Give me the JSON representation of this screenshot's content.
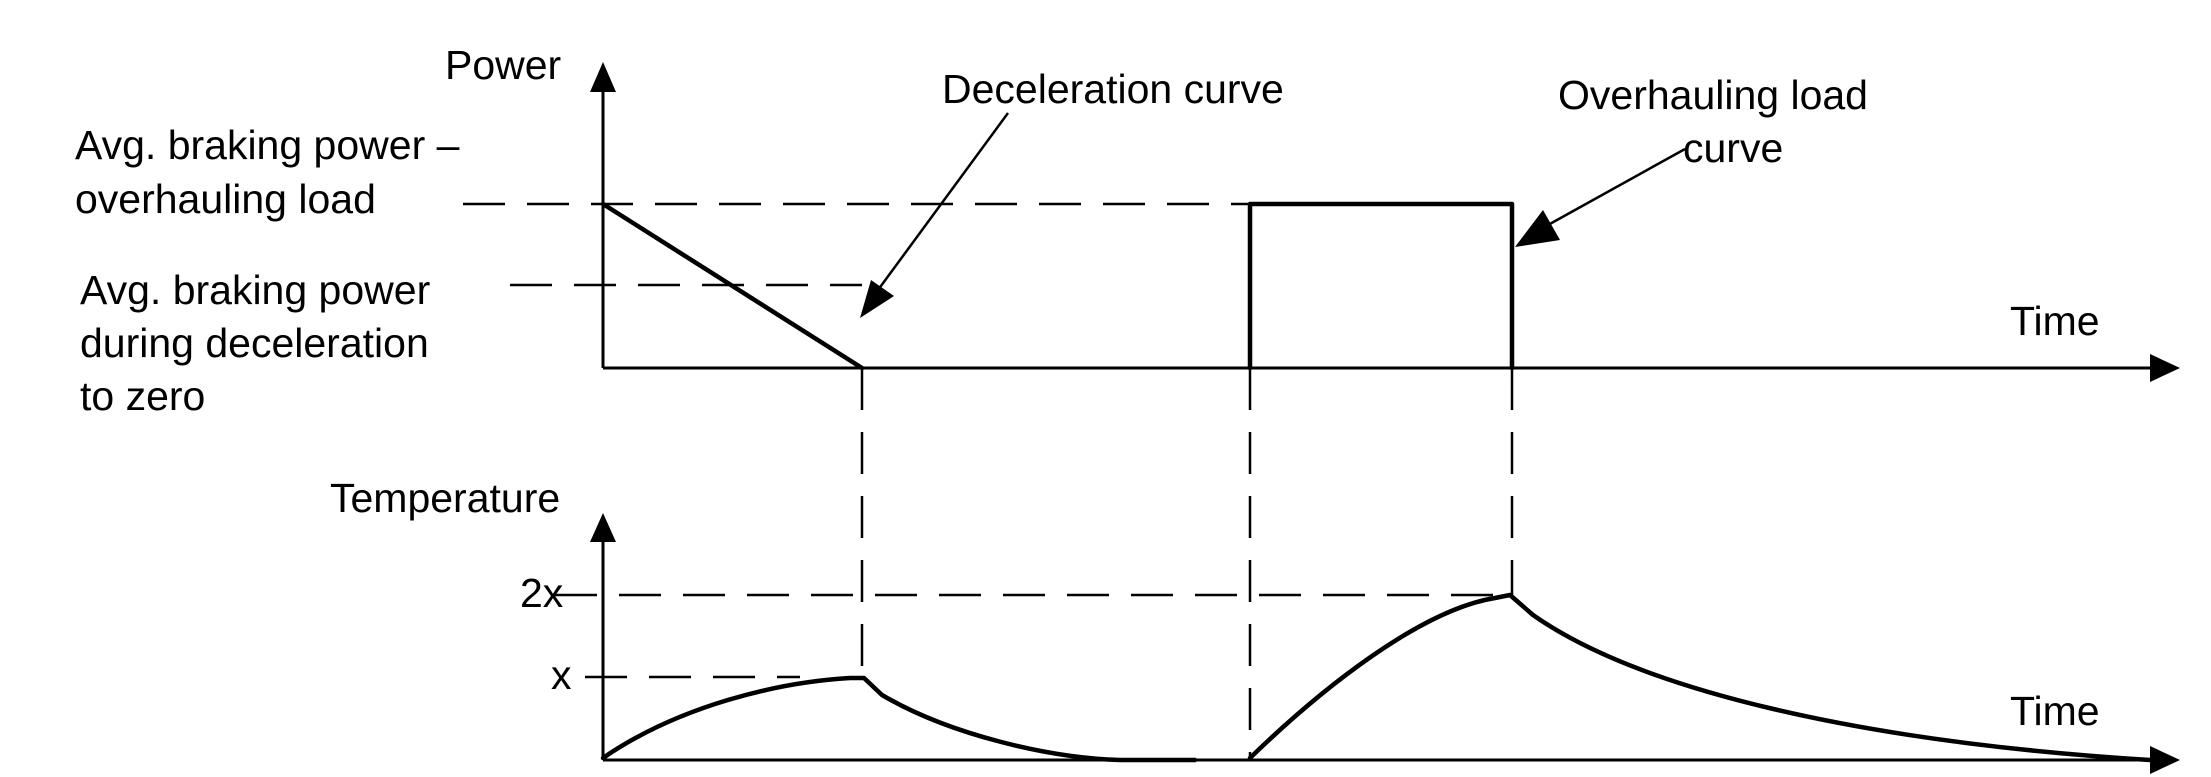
{
  "top_graph": {
    "y_axis_label": "Power",
    "x_axis_label": "Time",
    "level_labels": {
      "overhauling": [
        "Avg. braking power –",
        "overhauling load"
      ],
      "deceleration": [
        "Avg. braking power",
        "during deceleration",
        "to zero"
      ]
    },
    "callouts": {
      "deceleration_curve": "Deceleration curve",
      "overhauling_curve": [
        "Overhauling load",
        "curve"
      ]
    }
  },
  "bottom_graph": {
    "y_axis_label": "Temperature",
    "x_axis_label": "Time",
    "tick_labels": {
      "high": "2x",
      "low": "x"
    }
  }
}
